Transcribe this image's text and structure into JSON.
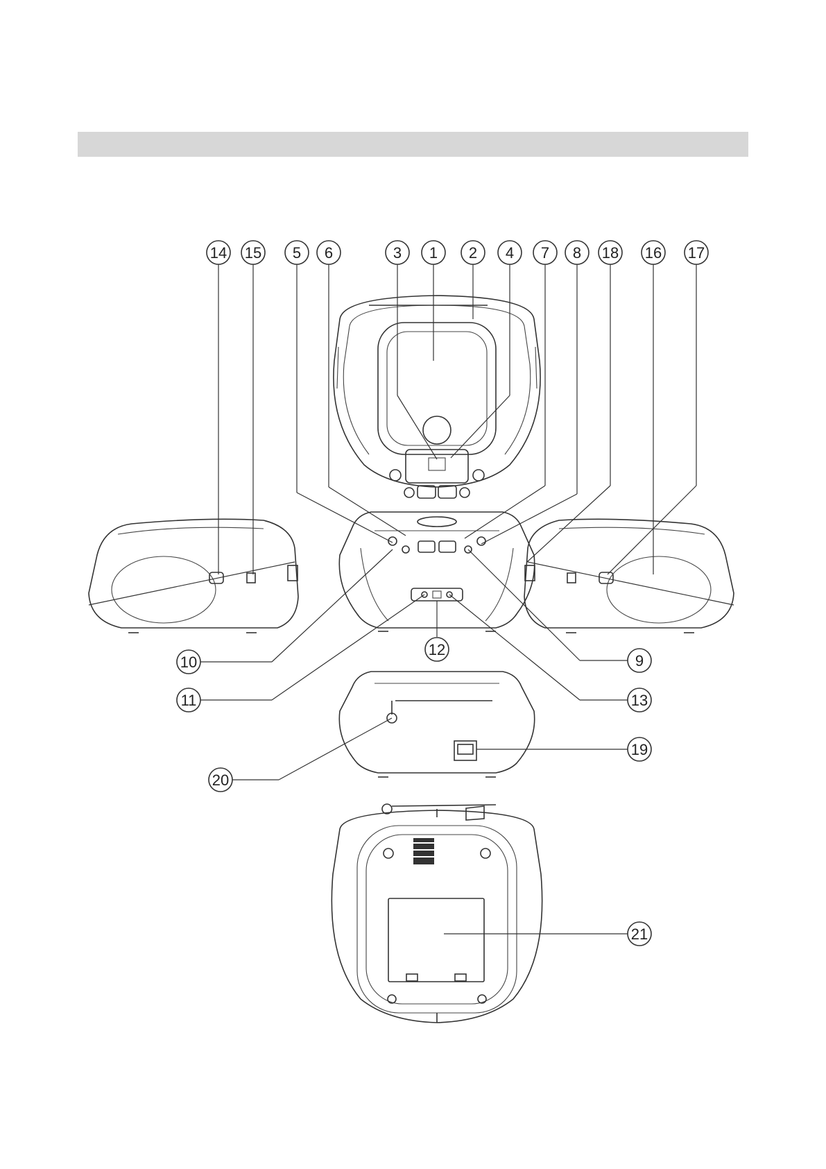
{
  "callouts": [
    {
      "id": "14",
      "label": "14"
    },
    {
      "id": "15",
      "label": "15"
    },
    {
      "id": "5",
      "label": "5"
    },
    {
      "id": "6",
      "label": "6"
    },
    {
      "id": "3",
      "label": "3"
    },
    {
      "id": "1",
      "label": "1"
    },
    {
      "id": "2",
      "label": "2"
    },
    {
      "id": "4",
      "label": "4"
    },
    {
      "id": "7",
      "label": "7"
    },
    {
      "id": "8",
      "label": "8"
    },
    {
      "id": "18",
      "label": "18"
    },
    {
      "id": "16",
      "label": "16"
    },
    {
      "id": "17",
      "label": "17"
    },
    {
      "id": "10",
      "label": "10"
    },
    {
      "id": "12",
      "label": "12"
    },
    {
      "id": "9",
      "label": "9"
    },
    {
      "id": "11",
      "label": "11"
    },
    {
      "id": "13",
      "label": "13"
    },
    {
      "id": "20",
      "label": "20"
    },
    {
      "id": "19",
      "label": "19"
    },
    {
      "id": "21",
      "label": "21"
    }
  ]
}
